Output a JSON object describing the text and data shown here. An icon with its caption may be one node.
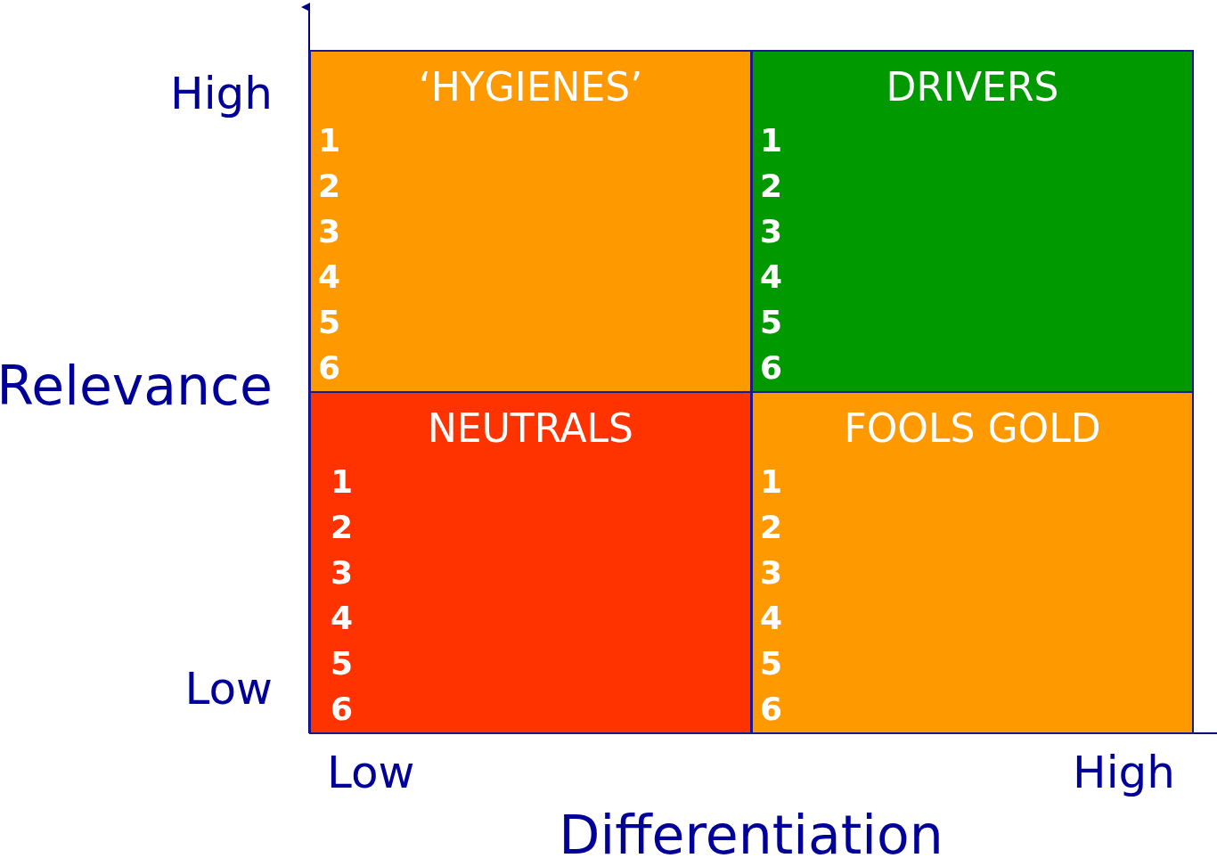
{
  "diagram": {
    "nodes": [
      {
        "text": [
          "‘HYGIENES’",
          "1",
          "2",
          "3",
          "4",
          "5",
          "6"
        ]
      },
      {
        "text": [
          "DRIVERS",
          "1",
          "2",
          "3",
          "4",
          "5",
          "6"
        ]
      },
      {
        "text": [
          "NEUTRALS",
          "1",
          "2",
          "3",
          "4",
          "5",
          "6"
        ]
      },
      {
        "text": [
          "FOOLS GOLD",
          "1",
          "2",
          "3",
          "4",
          "5",
          "6"
        ]
      }
    ],
    "labels": [
      "High",
      "Relevance",
      "Low",
      "Low",
      "High",
      "Differentiation"
    ]
  }
}
